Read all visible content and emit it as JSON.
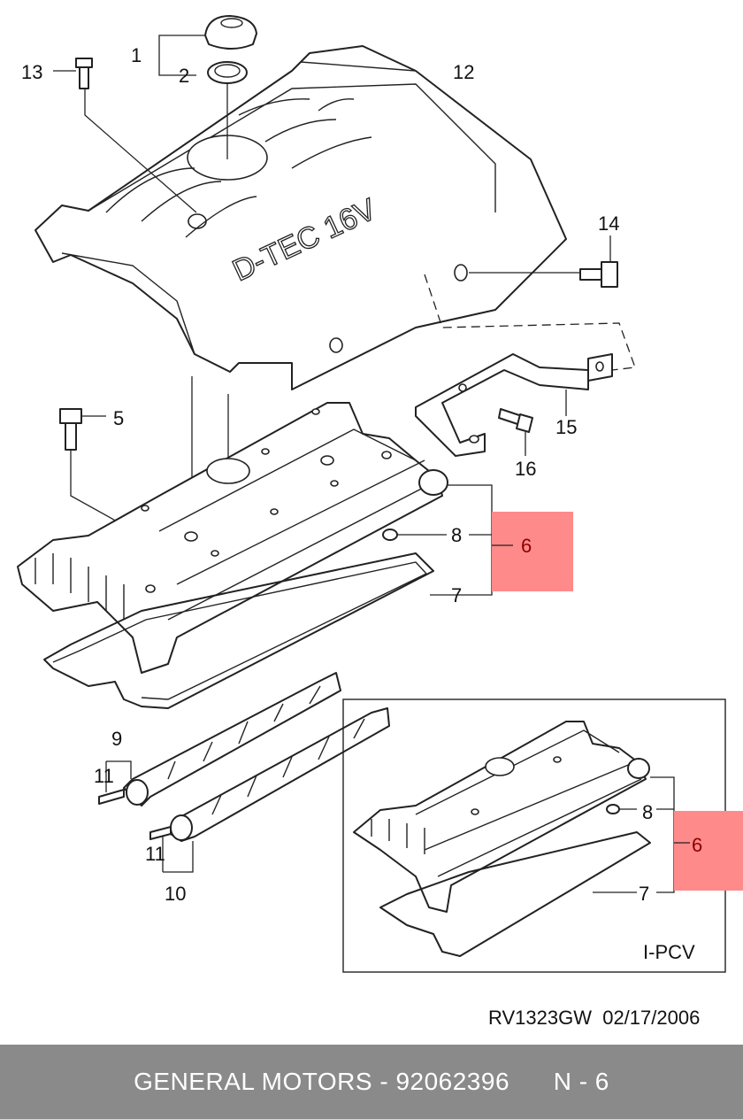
{
  "diagram": {
    "part_labels": {
      "p1": "1",
      "p2": "2",
      "p5": "5",
      "p6a": "6",
      "p6b": "6",
      "p7a": "7",
      "p7b": "7",
      "p8a": "8",
      "p8b": "8",
      "p9": "9",
      "p10": "10",
      "p11a": "11",
      "p11b": "11",
      "p12": "12",
      "p13": "13",
      "p14": "14",
      "p15": "15",
      "p16": "16"
    },
    "cover_text": "D-TEC 16V",
    "inset_title": "I-PCV",
    "reference": "RV1323GW  02/17/2006",
    "highlight_color": "#ff8a8a"
  },
  "footer": {
    "text": "GENERAL MOTORS - 92062396      N - 6"
  }
}
